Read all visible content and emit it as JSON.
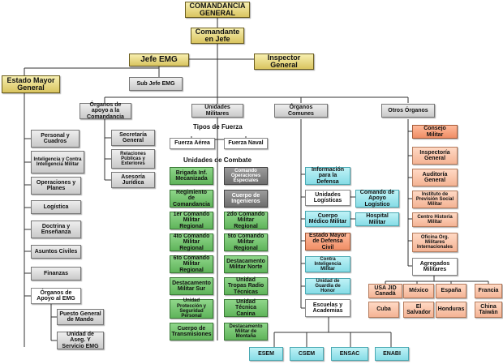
{
  "top": {
    "comandancia": "COMANDANCIA GENERAL",
    "comandante": "Comandante en Jefe",
    "jefe_emg": "Jefe EMG",
    "inspector": "Inspector General",
    "estado_mayor": "Estado Mayor General",
    "sub_jefe": "Sub Jefe EMG"
  },
  "branches": {
    "organos_apoyo": "Órganos de apoyo a la Comandancia",
    "unidades_militares": "Unidades Militares",
    "organos_comunes": "Órganos Comunes",
    "otros_organos": "Otros Órganos"
  },
  "emg_items": [
    "Personal y Cuadros",
    "Inteligencia y Contra Inteligencia Militar",
    "Operaciones y Planes",
    "Logística",
    "Doctrina y Enseñanza",
    "Asuntos Civiles",
    "Finanzas",
    "Órganos de Apoyo al EMG"
  ],
  "emg_apoyo_sub": [
    "Puesto General de Mando",
    "Unidad de Aseg. Y Servicio EMG"
  ],
  "apoyo_items": [
    "Secretaría General",
    "Relaciones Públicas y Exteriores",
    "Asesoría Jurídica"
  ],
  "unidades": {
    "tipos_fuerza": "Tipos de Fuerza",
    "fuerza_aerea": "Fuerza Aérea",
    "fuerza_naval": "Fuerza Naval",
    "unidades_combate": "Unidades de Combate",
    "left": [
      "Brigada Inf. Mecanizada",
      "Regimiento de Comandancia",
      "1er Comando Militar Regional",
      "4to Comando Militar Regional",
      "6to Comando Militar Regional",
      "Destacamento Militar Sur",
      "Unidad Protección y Seguridad Personal",
      "Cuerpo de Transmisiones"
    ],
    "right": [
      "Comando Operaciones Especiales",
      "Cuerpo de Ingenieros",
      "2do Comando Militar Regional",
      "5to Comando Militar Regional",
      "Destacamento Militar Norte",
      "Unidad Tropas Radio Técnicas",
      "Unidad Técnica Canina",
      "Destacamento Militar de Montaña"
    ]
  },
  "comunes": {
    "items": [
      "Información para la Defensa",
      "Unidades Logísticas",
      "Cuerpo Médico Militar",
      "Estado Mayor de Defensa Civil",
      "Contra Inteligencia Militar",
      "Unidad de Guardia de Honor",
      "Escuelas y Academias"
    ],
    "comando_apoyo": "Comando de Apoyo Logístico",
    "hospital": "Hospital Militar",
    "escuelas": [
      "ESEM",
      "CSEM",
      "ENSAC",
      "ENABI"
    ]
  },
  "otros": {
    "items": [
      "Consejo Militar",
      "Inspectoría General",
      "Auditoría General",
      "Instituto de Previsión Social Militar",
      "Centro Historia Militar",
      "Oficina Org. Militares Internacionales",
      "Agregados Militares"
    ],
    "agregados": [
      "USA JID Canadá",
      "México",
      "España",
      "Francia",
      "Cuba",
      "El Salvador",
      "Honduras",
      "China Taiwán"
    ]
  },
  "colors": {
    "gold": "#e8d888",
    "green": "#72c46c",
    "dark_grey": "#808080",
    "cyan": "#a6e8ee",
    "salmon": "#f8c6ad",
    "salmon_dark": "#f4a07c",
    "grey": "#d9d9d9"
  }
}
